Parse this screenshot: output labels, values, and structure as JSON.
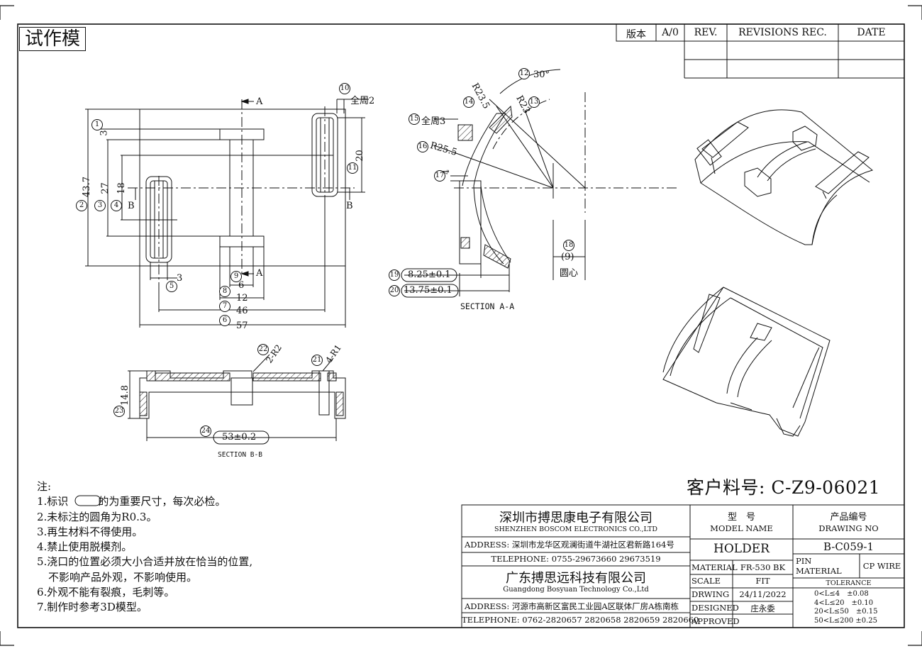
{
  "stamp": "试作模",
  "revision_table": {
    "version_label": "版本",
    "version_value": "A/0",
    "rev_header": "REV.",
    "revisions_header": "REVISIONS REC.",
    "date_header": "DATE"
  },
  "views": {
    "top": {
      "dims": [
        "43.7",
        "27",
        "18",
        "3",
        "20",
        "3",
        "6",
        "12",
        "46",
        "57",
        "全周2"
      ],
      "section_marks": [
        "A",
        "A",
        "B",
        "B"
      ],
      "balloons": [
        "1",
        "2",
        "3",
        "4",
        "5",
        "6",
        "7",
        "8",
        "9",
        "10",
        "11"
      ]
    },
    "section_aa": {
      "title": "SECTION A-A",
      "dims": [
        "30°",
        "R23.5",
        "R23",
        "全周3",
        "R25.5",
        "4",
        "(9)",
        "圆心",
        "8.25±0.1",
        "13.75±0.1"
      ],
      "balloons": [
        "12",
        "13",
        "14",
        "15",
        "16",
        "17",
        "18",
        "19",
        "20"
      ]
    },
    "section_bb": {
      "title": "SECTION B-B",
      "dims": [
        "2-R2",
        "4-R1",
        "14.8",
        "53±0.2"
      ],
      "balloons": [
        "21",
        "22",
        "23",
        "24"
      ]
    }
  },
  "notes": {
    "heading": "注:",
    "items": [
      "1.标识",
      "的为重要尺寸，每次必检。",
      "2.未标注的圆角为R0.3。",
      "3.再生材料不得使用。",
      "4.禁止使用脱模剂。",
      "5.浇口的位置必须大小合适并放在恰当的位置,",
      "不影响产品外观，不影响使用。",
      "6.外观不能有裂痕，毛刺等。",
      "7.制作时参考3D模型。"
    ]
  },
  "customer_part": "客户料号: C-Z9-06021",
  "title_block": {
    "company1_cn": "深圳市搏思康电子有限公司",
    "company1_en": "SHENZHEN BOSCOM ELECTRONICS CO.,LTD",
    "address1": "ADDRESS: 深圳市龙华区观澜街道牛湖社区君新路164号",
    "telephone1": "TELEPHONE: 0755-29673660 29673519",
    "company2_cn": "广东搏思远科技有限公司",
    "company2_en": "Guangdong Bosyuan Technology Co.,Ltd",
    "address2": "ADDRESS: 河源市高新区富民工业园A区联体厂房A栋南栋",
    "telephone2": "TELEPHONE: 0762-2820657 2820658 2820659 2820660",
    "model_cn": "型　号",
    "model_en": "MODEL NAME",
    "model_value": "HOLDER",
    "drawing_cn": "产品编号",
    "drawing_en": "DRAWING NO",
    "drawing_value": "B-C059-1",
    "material_label": "MATERIAL",
    "material_value": "FR-530 BK",
    "pin_material_label": "PIN MATERIAL",
    "pin_material_value": "CP WIRE",
    "scale_label": "SCALE",
    "scale_value": "FIT",
    "drawing_label": "DRWING",
    "drawing_date": "24/11/2022",
    "designed_label": "DESIGNED",
    "designed_value": "庄永委",
    "approved_label": "APPROVED",
    "tolerance_label": "TOLERANCE",
    "tolerance_rows": [
      "0<L≤4　±0.08",
      "4<L≤20　±0.10",
      "20<L≤50　±0.15",
      "50<L≤200 ±0.25"
    ]
  }
}
